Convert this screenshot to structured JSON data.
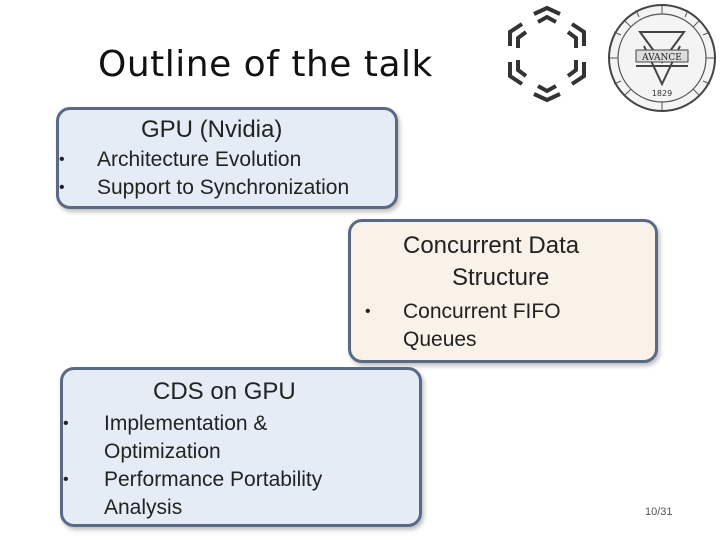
{
  "slide": {
    "title": "Outline of the talk",
    "page_number": "10/31"
  },
  "boxes": {
    "gpu": {
      "heading": "GPU (Nvidia)",
      "items": [
        "Architecture Evolution",
        "Support to Synchronization"
      ]
    },
    "cds": {
      "heading_line1": "Concurrent Data",
      "heading_line2": "Structure",
      "items": [
        [
          "Concurrent FIFO",
          "Queues"
        ]
      ]
    },
    "cds_gpu": {
      "heading": "CDS on GPU",
      "items": [
        [
          "Implementation &",
          "Optimization"
        ],
        [
          "Performance Portability",
          "Analysis"
        ]
      ]
    }
  },
  "logos": {
    "seal_year": "1829"
  },
  "colors": {
    "box_border": "#5a6a86",
    "box_blue_fill": "#e6ecf5",
    "box_cream_fill": "#f8f2e8"
  }
}
